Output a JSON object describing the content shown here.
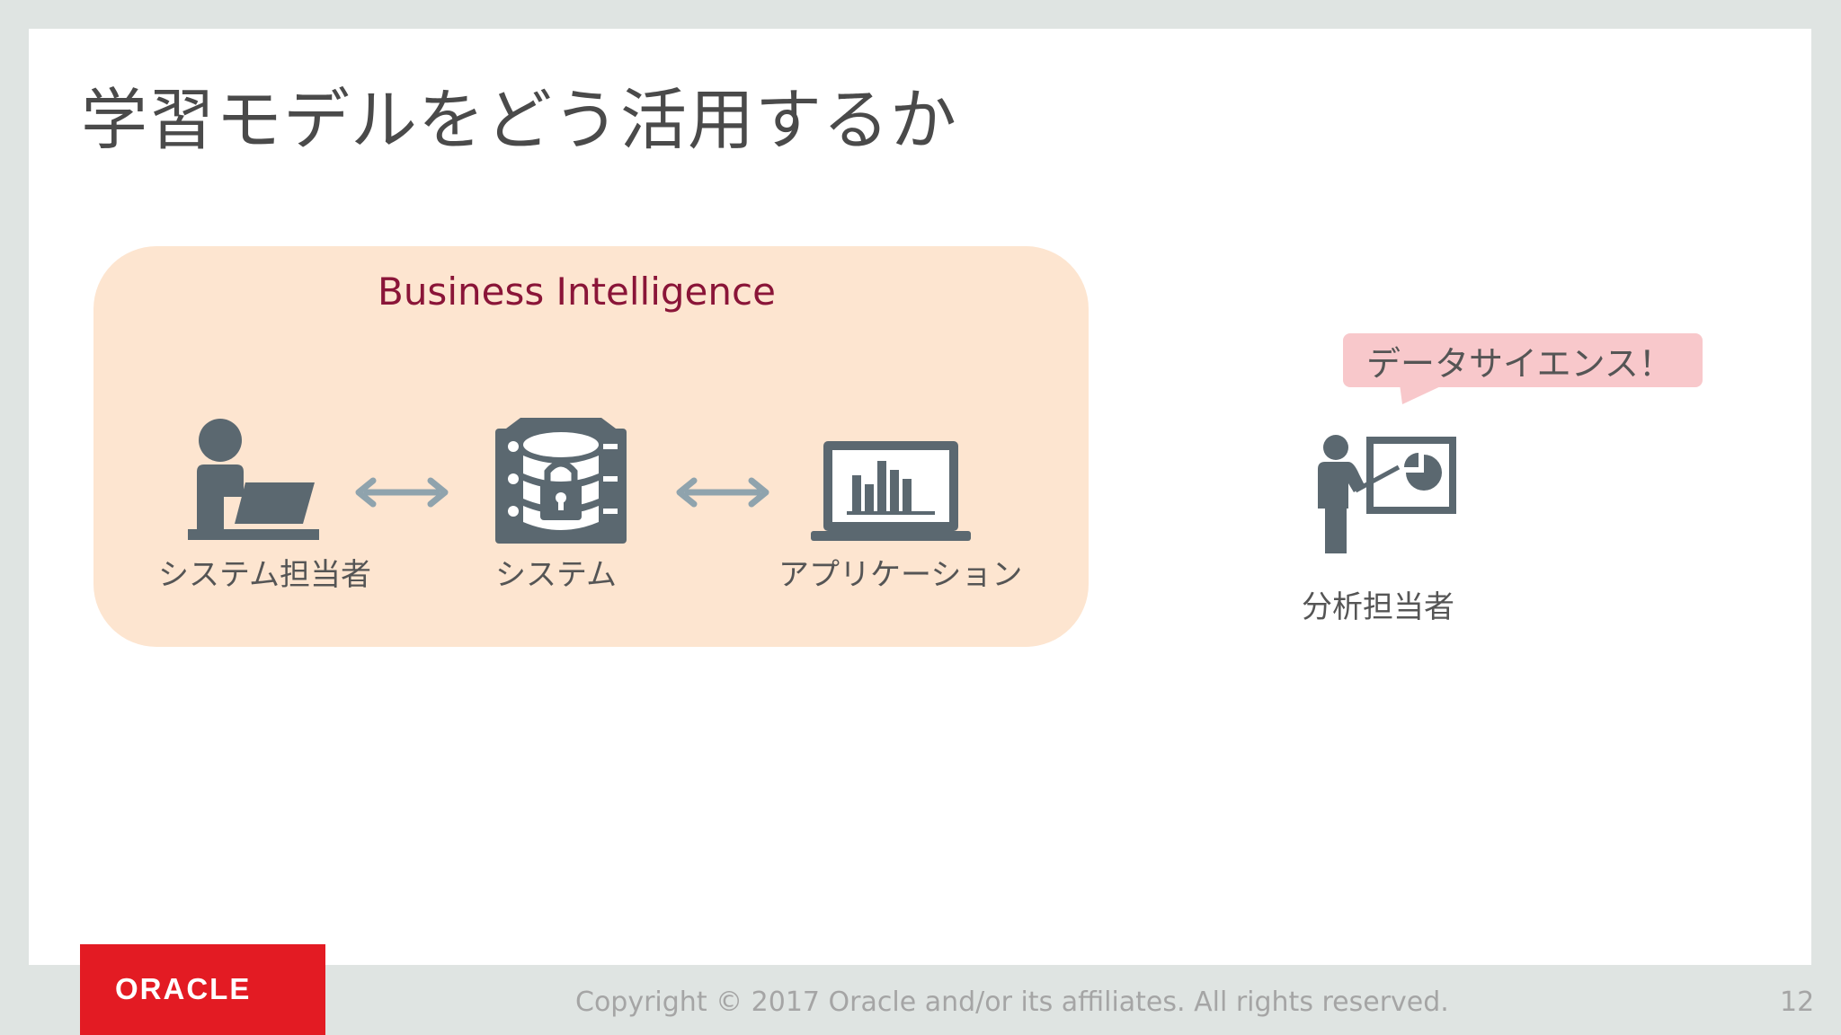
{
  "slide": {
    "title": "学習モデルをどう活用するか",
    "bi_title": "Business Intelligence",
    "labels": {
      "system_admin": "システム担当者",
      "system": "システム",
      "application": "アプリケーション",
      "analyst": "分析担当者"
    },
    "bubble": "データサイエンス！",
    "footer": {
      "logo": "ORACLE",
      "copyright": "Copyright © 2017 Oracle and/or its affiliates.  All rights reserved.",
      "page": "12"
    }
  },
  "colors": {
    "bi_box": "#fde5d0",
    "bi_title": "#8a1538",
    "icon": "#5b6870",
    "arrow": "#8fa3ad",
    "bubble": "#f8c8cb",
    "logo": "#e31b23"
  },
  "icons": [
    "person-laptop-icon",
    "database-lock-icon",
    "laptop-chart-icon",
    "presenter-chart-icon"
  ]
}
